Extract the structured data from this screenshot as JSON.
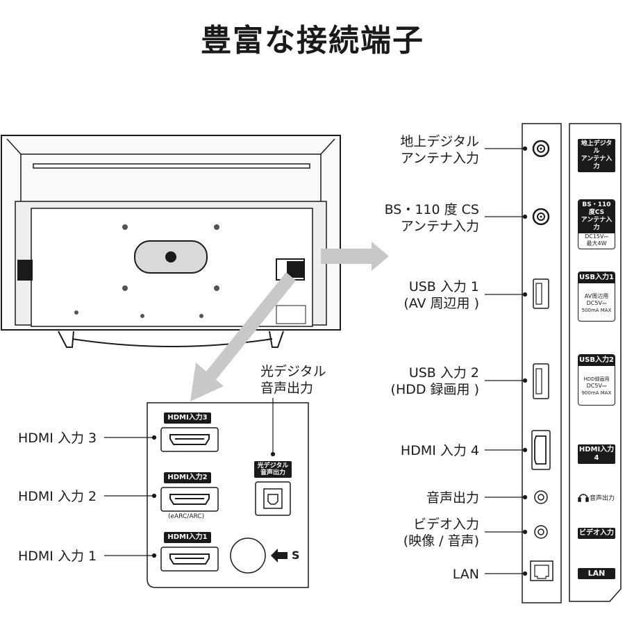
{
  "title": "豊富な接続端子",
  "left_panel": {
    "hdmi3_tag": "HDMI入力3",
    "hdmi2_tag": "HDMI入力2",
    "hdmi1_tag": "HDMI入力1",
    "earc_note": "(eARC/ARC)",
    "optical_tag_line1": "光デジタル",
    "optical_tag_line2": "音声出力",
    "s_mark": "S"
  },
  "left_labels": {
    "hdmi3": "HDMI 入力 3",
    "hdmi2": "HDMI 入力 2",
    "hdmi1": "HDMI 入力 1",
    "optical_line1": "光デジタル",
    "optical_line2": "音声出力"
  },
  "right_labels": {
    "terrestrial_line1": "地上デジタル",
    "terrestrial_line2": "アンテナ入力",
    "bs_line1": "BS・110 度 CS",
    "bs_line2": "アンテナ入力",
    "usb1_line1": "USB 入力 1",
    "usb1_line2": "(AV 周辺用 )",
    "usb2_line1": "USB 入力 2",
    "usb2_line2": "(HDD 録画用 )",
    "hdmi4": "HDMI 入力 4",
    "audio_out": "音声出力",
    "video_line1": "ビデオ入力",
    "video_line2": "(映像 / 音声)",
    "lan": "LAN"
  },
  "side_panel": {
    "terrestrial_line1": "地上デジタル",
    "terrestrial_line2": "アンテナ入力",
    "bs_line1": "BS・110度CS",
    "bs_line2": "アンテナ入力",
    "bs_power_line1": "DC15V⎓",
    "bs_power_line2": "最大4W",
    "usb1_tag": "USB入力1",
    "usb1_sub": "AV周辺用",
    "usb1_power": "DC5V⎓",
    "usb1_current": "500mA MAX",
    "usb2_tag": "USB入力2",
    "usb2_sub": "HDD録画用",
    "usb2_power": "DC5V⎓",
    "usb2_current": "900mA MAX",
    "hdmi4_tag": "HDMI入力4",
    "audio_tag": "音声出力",
    "video_tag": "ビデオ入力",
    "lan_tag": "LAN"
  }
}
